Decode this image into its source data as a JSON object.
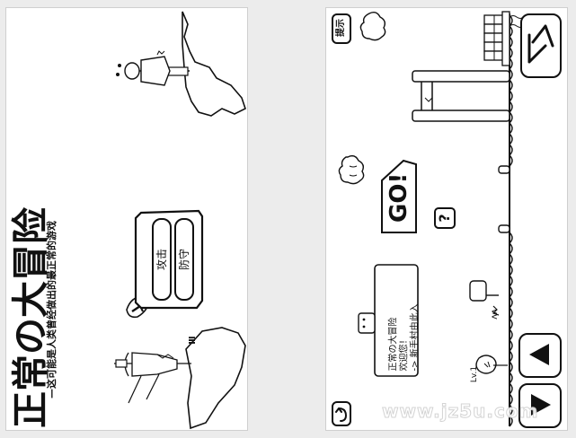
{
  "title_screen": {
    "game_title": "正常の大冒险",
    "subtitle": "—这可能是人类曾经做出的最正常的游戏",
    "attack_label": "攻击",
    "defend_label": "防守",
    "sign_text": "Ⅲ"
  },
  "game_screen": {
    "hint_label": "提示",
    "go_label": "GO!",
    "help_symbol": "?",
    "level_label": "Lv.1",
    "dialog_lines": [
      "正常の大冒险",
      "欢迎您！",
      "-> 新手村由此入"
    ],
    "sign_glyph": "ᴧᴧ"
  },
  "watermark": "www.jz5u.com",
  "colors": {
    "ink": "#111111",
    "paper": "#ffffff",
    "background": "#ececec"
  }
}
